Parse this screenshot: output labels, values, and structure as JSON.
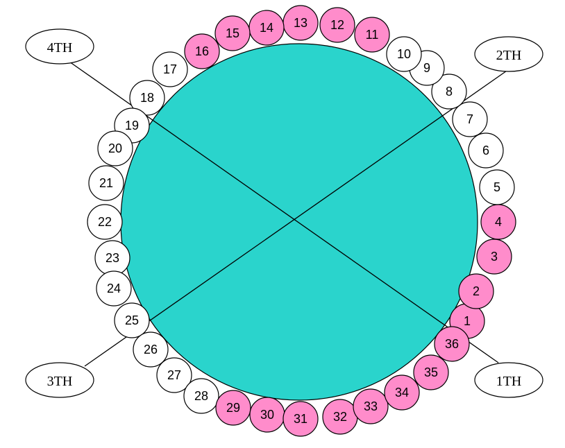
{
  "colors": {
    "big_circle": "#2ad4cc",
    "highlight": "#ff8ccb",
    "plain": "#ffffff",
    "stroke": "#000000"
  },
  "quadrants": [
    "1TH",
    "2TH",
    "3TH",
    "4TH"
  ],
  "seats": [
    {
      "n": "1",
      "hl": true
    },
    {
      "n": "2",
      "hl": true
    },
    {
      "n": "3",
      "hl": true
    },
    {
      "n": "4",
      "hl": true
    },
    {
      "n": "5",
      "hl": false
    },
    {
      "n": "6",
      "hl": false
    },
    {
      "n": "7",
      "hl": false
    },
    {
      "n": "8",
      "hl": false
    },
    {
      "n": "9",
      "hl": false
    },
    {
      "n": "10",
      "hl": false
    },
    {
      "n": "11",
      "hl": true
    },
    {
      "n": "12",
      "hl": true
    },
    {
      "n": "13",
      "hl": true
    },
    {
      "n": "14",
      "hl": true
    },
    {
      "n": "15",
      "hl": true
    },
    {
      "n": "16",
      "hl": true
    },
    {
      "n": "17",
      "hl": false
    },
    {
      "n": "18",
      "hl": false
    },
    {
      "n": "19",
      "hl": false
    },
    {
      "n": "20",
      "hl": false
    },
    {
      "n": "21",
      "hl": false
    },
    {
      "n": "22",
      "hl": false
    },
    {
      "n": "23",
      "hl": false
    },
    {
      "n": "24",
      "hl": false
    },
    {
      "n": "25",
      "hl": false
    },
    {
      "n": "26",
      "hl": false
    },
    {
      "n": "27",
      "hl": false
    },
    {
      "n": "28",
      "hl": false
    },
    {
      "n": "29",
      "hl": true
    },
    {
      "n": "30",
      "hl": true
    },
    {
      "n": "31",
      "hl": true
    },
    {
      "n": "32",
      "hl": true
    },
    {
      "n": "33",
      "hl": true
    },
    {
      "n": "34",
      "hl": true
    },
    {
      "n": "35",
      "hl": true
    },
    {
      "n": "36",
      "hl": true
    }
  ]
}
